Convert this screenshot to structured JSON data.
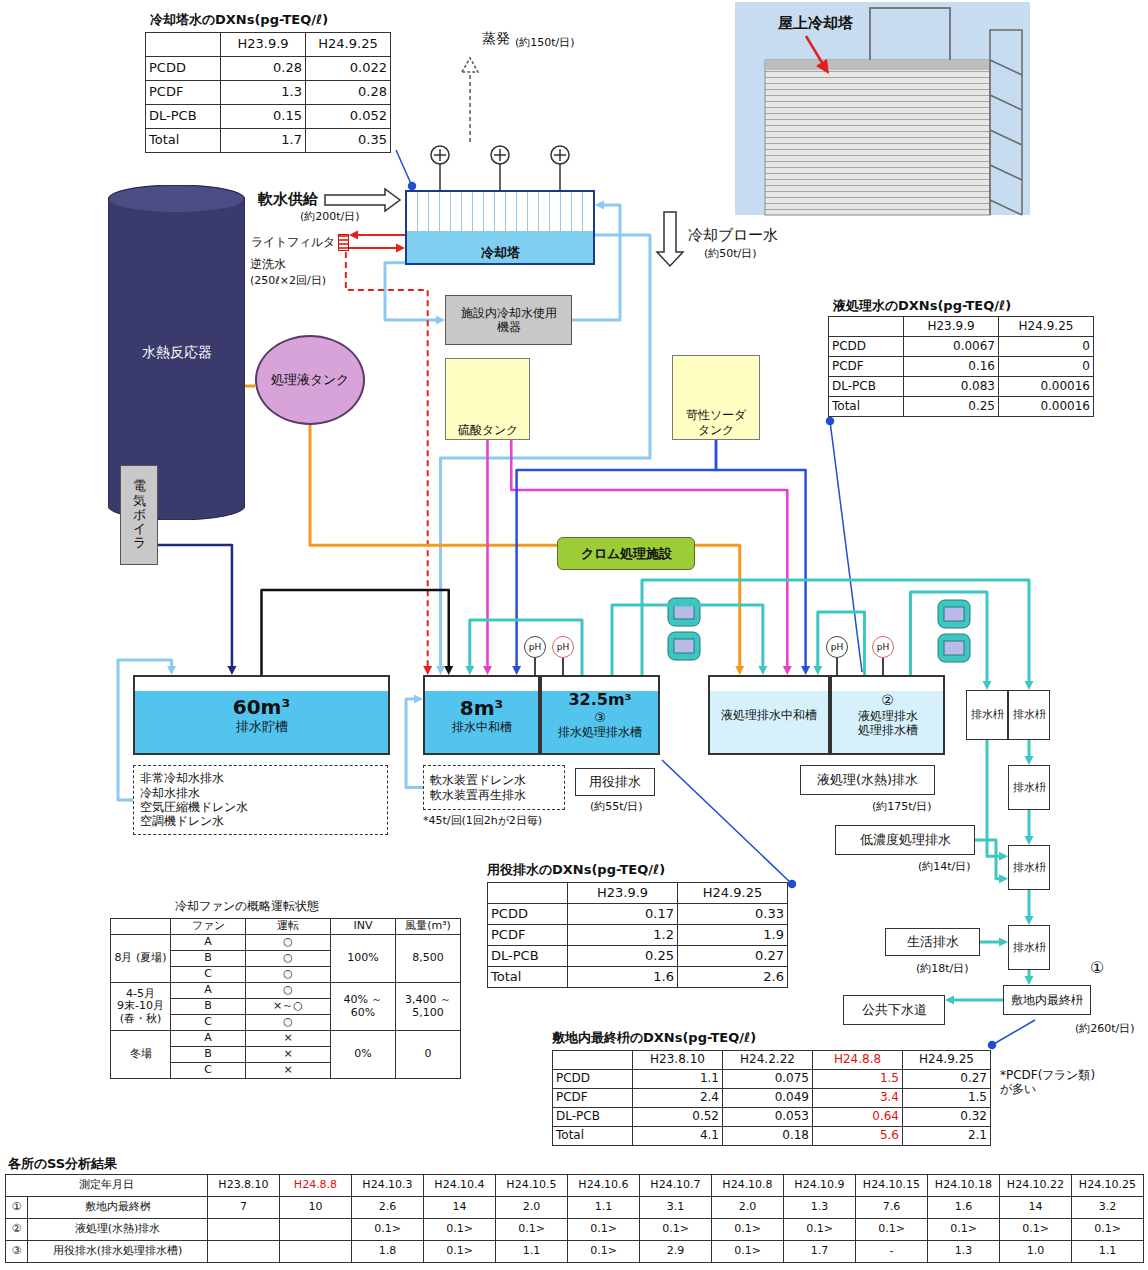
{
  "diagram": {
    "nodes": [
      {
        "text": [
          "冷却塔"
        ]
      },
      {
        "text": [
          "水熱反応器"
        ]
      },
      {
        "text": [
          "ライトフィルタ"
        ]
      },
      {
        "text": [
          "施設内冷却水使用 機器"
        ]
      },
      {
        "text": [
          "処理液タンク"
        ]
      },
      {
        "text": [
          "硫酸タンク"
        ]
      },
      {
        "text": [
          "苛性ソーダ タンク"
        ]
      },
      {
        "text": [
          "電気ボイラ"
        ]
      },
      {
        "text": [
          "クロム処理施設"
        ]
      },
      {
        "text": [
          "60m³",
          "排水貯槽"
        ]
      },
      {
        "text": [
          "8m³",
          "排水中和槽"
        ]
      },
      {
        "text": [
          "32.5m³",
          "③",
          "排水処理排水槽"
        ]
      },
      {
        "text": [
          "液処理排水中和槽"
        ]
      },
      {
        "text": [
          "②",
          "液処理排水 処理排水槽"
        ]
      },
      {
        "text": [
          "排水枡"
        ]
      },
      {
        "text": [
          "排水枡"
        ]
      },
      {
        "text": [
          "排水枡"
        ]
      },
      {
        "text": [
          "排水枡"
        ]
      },
      {
        "text": [
          "排水枡"
        ]
      },
      {
        "text": [
          "非常冷却水排水 冷却水排水 空気圧縮機ドレン水 空調機ドレン水"
        ]
      },
      {
        "text": [
          "軟水装置ドレン水 軟水装置再生排水"
        ]
      },
      {
        "text": [
          "用役排水"
        ]
      },
      {
        "text": [
          "液処理(水熱)排水"
        ]
      },
      {
        "text": [
          "低濃度処理排水"
        ]
      },
      {
        "text": [
          "生活排水"
        ]
      },
      {
        "text": [
          "敷地内最終枡"
        ]
      },
      {
        "text": [
          "公共下水道"
        ]
      }
    ],
    "edges": [
      {
        "from": 0,
        "to": 3,
        "arrow": "to"
      },
      {
        "from": 3,
        "to": 0,
        "arrow": "to"
      },
      {
        "from": 0,
        "to": 2,
        "arrow": "to"
      },
      {
        "from": 2,
        "to": 0,
        "arrow": "to"
      },
      {
        "from": 2,
        "to": 10,
        "arrow": "to"
      },
      {
        "from": 0,
        "to": 10,
        "arrow": "to"
      },
      {
        "from": 1,
        "to": 4,
        "arrow": "none"
      },
      {
        "from": 4,
        "to": 8,
        "arrow": "none"
      },
      {
        "from": 8,
        "to": 12,
        "arrow": "to"
      },
      {
        "from": 5,
        "to": 10,
        "arrow": "to"
      },
      {
        "from": 5,
        "to": 12,
        "arrow": "to"
      },
      {
        "from": 6,
        "to": 10,
        "arrow": "to"
      },
      {
        "from": 6,
        "to": 12,
        "arrow": "to"
      },
      {
        "from": 7,
        "to": 9,
        "arrow": "to"
      },
      {
        "from": 9,
        "to": 10,
        "arrow": "to"
      },
      {
        "from": 19,
        "to": 9,
        "arrow": "to"
      },
      {
        "from": 20,
        "to": 10,
        "arrow": "to"
      },
      {
        "from": 11,
        "to": 10,
        "arrow": "to"
      },
      {
        "from": 11,
        "to": 12,
        "arrow": "to"
      },
      {
        "from": 13,
        "to": 12,
        "arrow": "to"
      },
      {
        "from": 13,
        "to": 14,
        "arrow": "to"
      },
      {
        "from": 11,
        "to": 15,
        "arrow": "to"
      },
      {
        "from": 15,
        "to": 16,
        "arrow": "to"
      },
      {
        "from": 14,
        "to": 17,
        "arrow": "to"
      },
      {
        "from": 16,
        "to": 17,
        "arrow": "to"
      },
      {
        "from": 17,
        "to": 18,
        "arrow": "to"
      },
      {
        "from": 18,
        "to": 25,
        "arrow": "to"
      },
      {
        "from": 23,
        "to": 17,
        "arrow": "to"
      },
      {
        "from": 24,
        "to": 18,
        "arrow": "to"
      },
      {
        "from": 25,
        "to": 26,
        "arrow": "to"
      }
    ],
    "labels": [
      "冷却塔水のDXNs(pg-TEQ/ℓ)",
      "H23.9.9",
      "H24.9.25",
      "PCDD",
      "0.28",
      "0.022",
      "PCDF",
      "1.3",
      "0.28",
      "DL-PCB",
      "0.15",
      "0.052",
      "Total",
      "1.7",
      "0.35",
      "蒸発",
      "(約150t/日)",
      "軟水供給",
      "(約200t/日)",
      "逆洗水",
      "(250ℓ×2回/日)",
      "冷却ブロー水",
      "(約50t/日)",
      "屋上冷却塔",
      "液処理水のDXNs(pg-TEQ/ℓ)",
      "H23.9.9",
      "H24.9.25",
      "PCDD",
      "0.0067",
      "0",
      "PCDF",
      "0.16",
      "0",
      "DL-PCB",
      "0.083",
      "0.00016",
      "Total",
      "0.25",
      "0.00016",
      "*45t/回(1回2hが2日毎)",
      "(約55t/日)",
      "(約175t/日)",
      "(約14t/日)",
      "(約18t/日)",
      "①",
      "(約260t/日)",
      "用役排水のDXNs(pg-TEQ/ℓ)",
      "H23.9.9",
      "H24.9.25",
      "PCDD",
      "0.17",
      "0.33",
      "PCDF",
      "1.2",
      "1.9",
      "DL-PCB",
      "0.25",
      "0.27",
      "Total",
      "1.6",
      "2.6",
      "敷地内最終枡のDXNs(pg-TEQ/ℓ)",
      "H23.8.10",
      "H24.2.22",
      "H24.8.8",
      "H24.9.25",
      "PCDD",
      "1.1",
      "0.075",
      "1.5",
      "0.27",
      "PCDF",
      "2.4",
      "0.049",
      "3.4",
      "1.5",
      "DL-PCB",
      "0.52",
      "0.053",
      "0.64",
      "0.32",
      "Total",
      "4.1",
      "0.18",
      "5.6",
      "2.1",
      "*PCDF(フラン類) が多い",
      "冷却ファンの概略運転状態",
      "ファン",
      "運転",
      "INV",
      "風量(m³)",
      "8月 (夏場)",
      "A",
      "○",
      "100%",
      "8,500",
      "B",
      "○",
      "C",
      "○",
      "4-5月 9末-10月 (春・秋)",
      "A",
      "○",
      "40% ～ 60%",
      "3,400 ～ 5,100",
      "B",
      "×～○",
      "C",
      "○",
      "冬場",
      "A",
      "×",
      "0%",
      "0",
      "B",
      "×",
      "C",
      "×",
      "各所のSS分析結果",
      "測定年月日",
      "H23.8.10",
      "H24.8.8",
      "H24.10.3",
      "H24.10.4",
      "H24.10.5",
      "H24.10.6",
      "H24.10.7",
      "H24.10.8",
      "H24.10.9",
      "H24.10.15",
      "H24.10.18",
      "H24.10.22",
      "H24.10.25",
      "①",
      "敷地内最終桝",
      "7",
      "10",
      "2.6",
      "14",
      "2.0",
      "1.1",
      "3.1",
      "2.0",
      "1.3",
      "7.6",
      "1.6",
      "14",
      "3.2",
      "②",
      "液処理(水熱)排水",
      "0.1>",
      "0.1>",
      "0.1>",
      "0.1>",
      "0.1>",
      "0.1>",
      "0.1>",
      "0.1>",
      "0.1>",
      "0.1>",
      "0.1>",
      "③",
      "用役排水(排水処理排水槽)",
      "1.8",
      "0.1>",
      "1.1",
      "0.1>",
      "2.9",
      "0.1>",
      "1.7",
      "-",
      "1.3",
      "1.0",
      "1.1",
      "pH",
      "pH",
      "pH",
      "pH"
    ]
  }
}
